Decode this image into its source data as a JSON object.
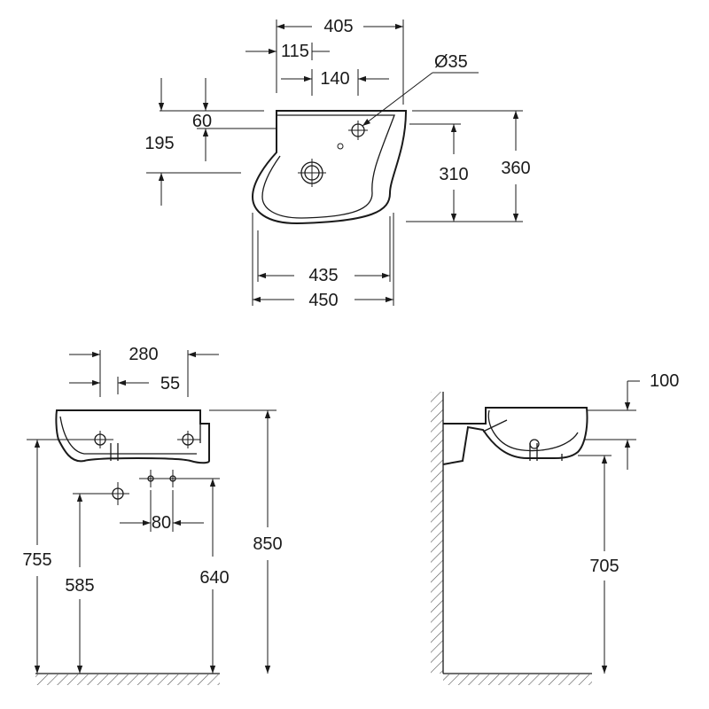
{
  "top_view": {
    "width_overall": "405",
    "offset_tap": "115",
    "tap_spacing": "140",
    "tap_hole_diameter": "Ø35",
    "depth_back": "60",
    "depth_to_waste": "195",
    "depth_inner": "310",
    "depth_overall": "360",
    "width_inner": "435",
    "width_total": "450"
  },
  "front_view": {
    "width_280": "280",
    "offset_55": "55",
    "spacing_80": "80",
    "height_755": "755",
    "height_585": "585",
    "height_640": "640",
    "height_850": "850"
  },
  "side_view": {
    "gap_100": "100",
    "height_705": "705"
  }
}
